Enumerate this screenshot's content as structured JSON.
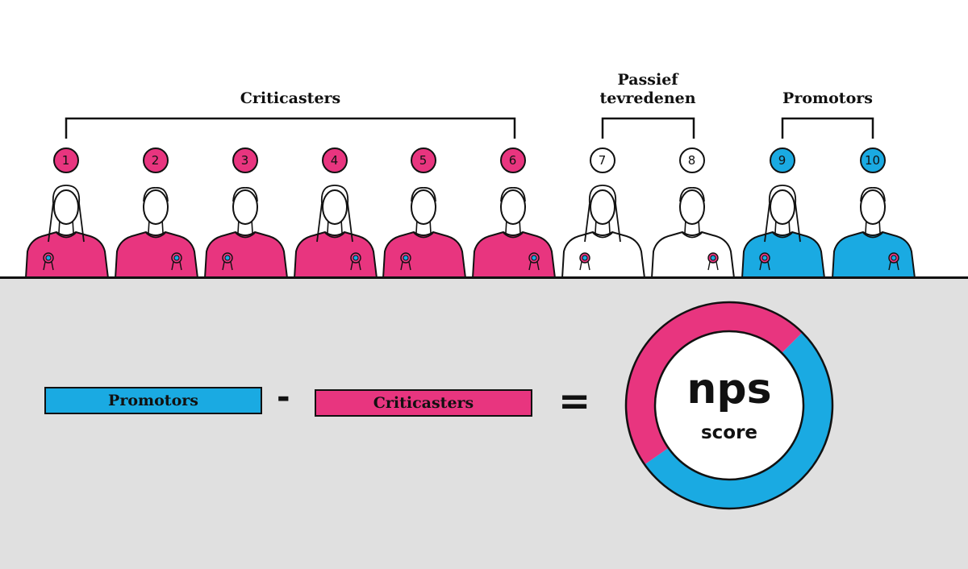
{
  "groups": {
    "criticasters": "Criticasters",
    "passive": "Passief tevredenen",
    "promotors": "Promotors"
  },
  "scores": [
    {
      "label": "1",
      "group": "criticaster"
    },
    {
      "label": "2",
      "group": "criticaster"
    },
    {
      "label": "3",
      "group": "criticaster"
    },
    {
      "label": "4",
      "group": "criticaster"
    },
    {
      "label": "5",
      "group": "criticaster"
    },
    {
      "label": "6",
      "group": "criticaster"
    },
    {
      "label": "7",
      "group": "passive"
    },
    {
      "label": "8",
      "group": "passive"
    },
    {
      "label": "9",
      "group": "promotor"
    },
    {
      "label": "10",
      "group": "promotor"
    }
  ],
  "formula": {
    "left": "Promotors",
    "minus": "-",
    "right": "Criticasters",
    "equals": "="
  },
  "result": {
    "big": "nps",
    "small": "score"
  },
  "colors": {
    "criticaster": "#e8357f",
    "passive": "#ffffff",
    "promotor": "#1aaae2",
    "outline": "#111111",
    "ground": "#e0e0e0"
  }
}
